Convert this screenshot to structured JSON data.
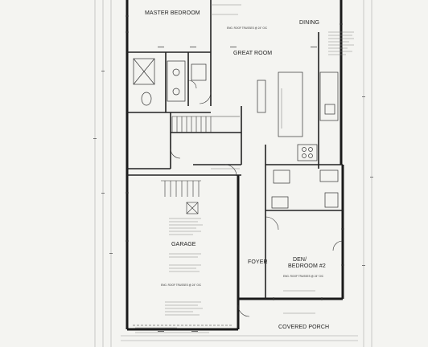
{
  "plan": {
    "rooms": {
      "master_bedroom": "MASTER BEDROOM",
      "dining": "DINING",
      "great_room": "GREAT ROOM",
      "garage": "GARAGE",
      "foyer": "FOYER",
      "den_line1": "DEN/",
      "den_line2": "BEDROOM #2",
      "covered_porch": "COVERED PORCH"
    },
    "notes": {
      "roof_trusses_great_room": "ENG. ROOF TRUSSES @ 24\" O/C",
      "roof_trusses_garage": "ENG. ROOF TRUSSES @ 24\" O/C",
      "roof_trusses_den": "ENG. ROOF TRUSSES @ 24\" O/C"
    }
  }
}
